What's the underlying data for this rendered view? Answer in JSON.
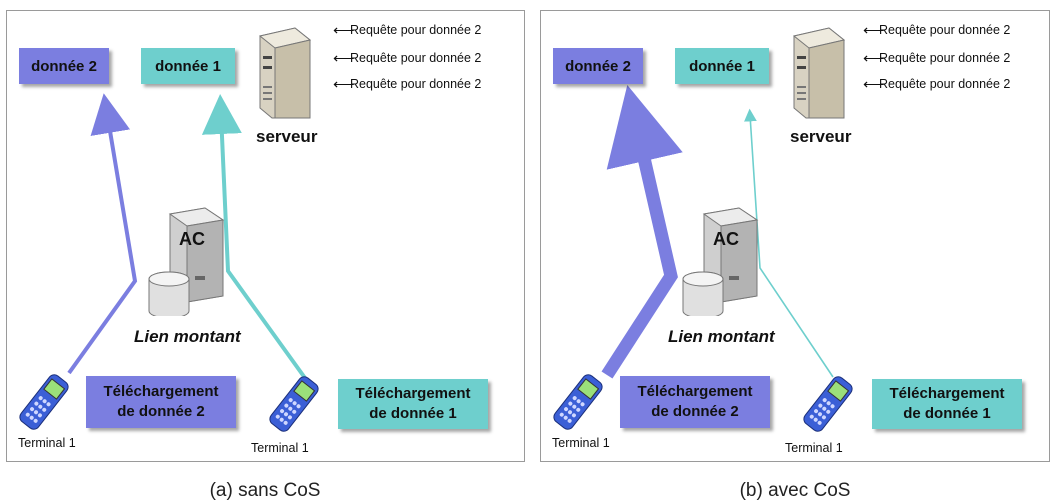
{
  "panels": [
    {
      "caption": "(a) sans CoS",
      "data2_label": "donnée 2",
      "data1_label": "donnée 1",
      "server_label": "serveur",
      "requests": [
        "Requête pour donnée 2",
        "Requête pour donnée 2",
        "Requête pour donnée 2"
      ],
      "ac_label": "AC",
      "link_label": "Lien montant",
      "download2_line1": "Téléchargement",
      "download2_line2": "de donnée 2",
      "download1_line1": "Téléchargement",
      "download1_line2": "de donnée 1",
      "terminal_left": "Terminal 1",
      "terminal_right": "Terminal 1"
    },
    {
      "caption": "(b) avec CoS",
      "data2_label": "donnée 2",
      "data1_label": "donnée 1",
      "server_label": "serveur",
      "requests": [
        "Requête pour donnée 2",
        "Requête pour donnée 2",
        "Requête pour donnée 2"
      ],
      "ac_label": "AC",
      "link_label": "Lien montant",
      "download2_line1": "Téléchargement",
      "download2_line2": "de donnée 2",
      "download1_line1": "Téléchargement",
      "download1_line2": "de donnée 1",
      "terminal_left": "Terminal 1",
      "terminal_right": "Terminal 1"
    }
  ],
  "colors": {
    "purple": "#7b7ee0",
    "teal": "#6ecfcd",
    "border": "#9a9a9a"
  },
  "icons": [
    "server-tower-icon",
    "database-icon",
    "mobile-phone-icon",
    "arrow-left-icon"
  ]
}
